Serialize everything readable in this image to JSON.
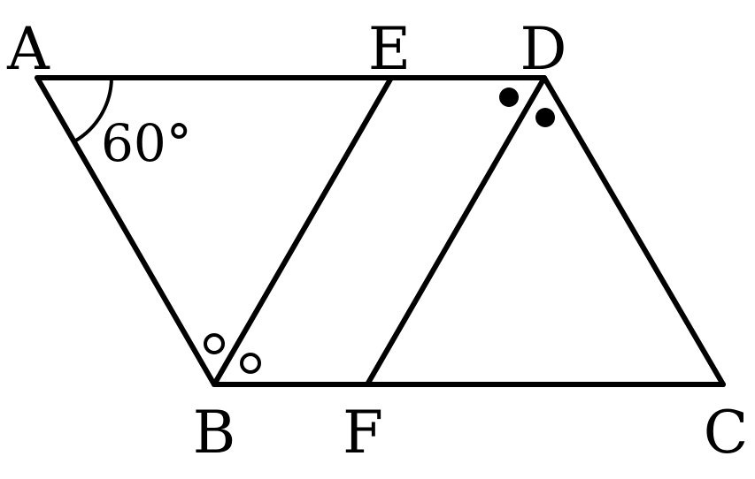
{
  "vertices": {
    "A": "A",
    "B": "B",
    "C": "C",
    "D": "D",
    "E": "E",
    "F": "F"
  },
  "angle_label": "60°"
}
